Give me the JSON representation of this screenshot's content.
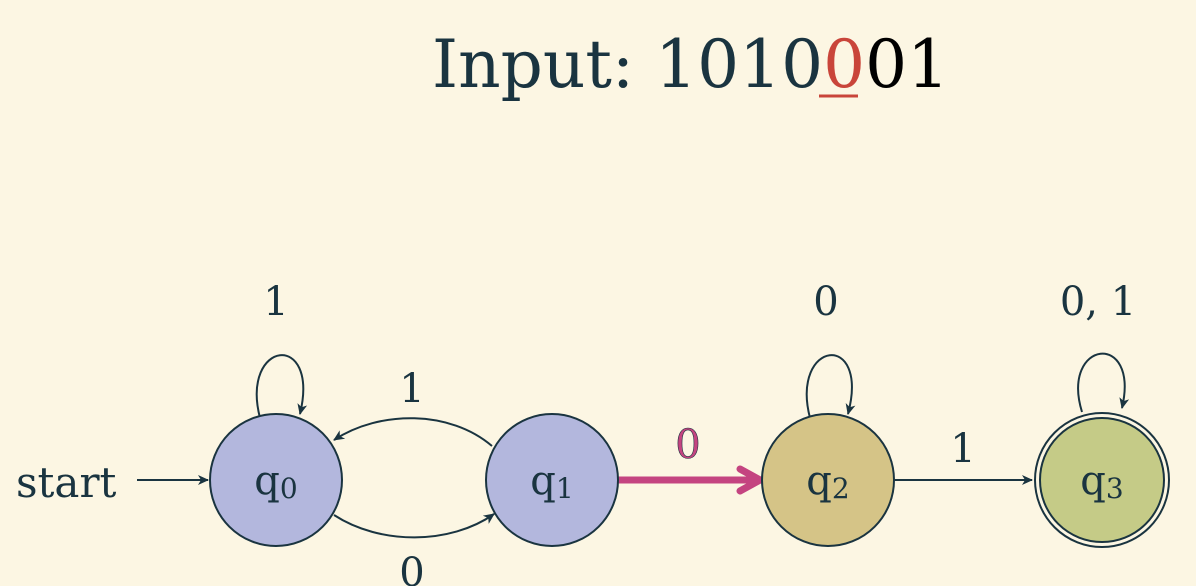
{
  "header": {
    "label": "Input:",
    "digits": [
      {
        "char": "1",
        "status": "consumed"
      },
      {
        "char": "0",
        "status": "consumed"
      },
      {
        "char": "1",
        "status": "consumed"
      },
      {
        "char": "0",
        "status": "consumed"
      },
      {
        "char": "0",
        "status": "current"
      },
      {
        "char": "0",
        "status": "pending"
      },
      {
        "char": "1",
        "status": "pending"
      }
    ]
  },
  "colors": {
    "background": "#fcf6e3",
    "ink": "#1a3440",
    "current_digit": "#c9453a",
    "active_transition": "#c44480",
    "q0_fill": "#b3b7dd",
    "q1_fill": "#b3b7dd",
    "q2_fill": "#d5c487",
    "q3_fill": "#c5cb87"
  },
  "automaton": {
    "start_label": "start",
    "states": [
      {
        "id": "q0",
        "name": "q",
        "sub": "0",
        "accepting": false
      },
      {
        "id": "q1",
        "name": "q",
        "sub": "1",
        "accepting": false
      },
      {
        "id": "q2",
        "name": "q",
        "sub": "2",
        "accepting": false
      },
      {
        "id": "q3",
        "name": "q",
        "sub": "3",
        "accepting": true
      }
    ],
    "transitions": [
      {
        "from": "q0",
        "to": "q0",
        "label": "1",
        "active": false
      },
      {
        "from": "q0",
        "to": "q1",
        "label": "0",
        "active": false
      },
      {
        "from": "q1",
        "to": "q0",
        "label": "1",
        "active": false
      },
      {
        "from": "q1",
        "to": "q2",
        "label": "0",
        "active": true
      },
      {
        "from": "q2",
        "to": "q2",
        "label": "0",
        "active": false
      },
      {
        "from": "q2",
        "to": "q3",
        "label": "1",
        "active": false
      },
      {
        "from": "q3",
        "to": "q3",
        "label": "0, 1",
        "active": false
      }
    ]
  }
}
